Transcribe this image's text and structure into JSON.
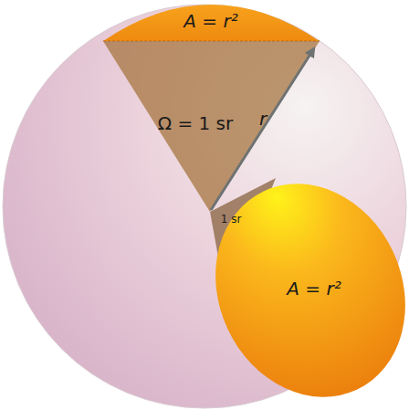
{
  "diagram": {
    "nodes": [
      {
        "text": [
          "A = r²"
        ]
      },
      {
        "text": [
          "Ω = 1 sr"
        ]
      },
      {
        "text": [
          "1 sr"
        ]
      },
      {
        "text": [
          "A = r²"
        ]
      }
    ],
    "labels": [
      "r"
    ]
  }
}
